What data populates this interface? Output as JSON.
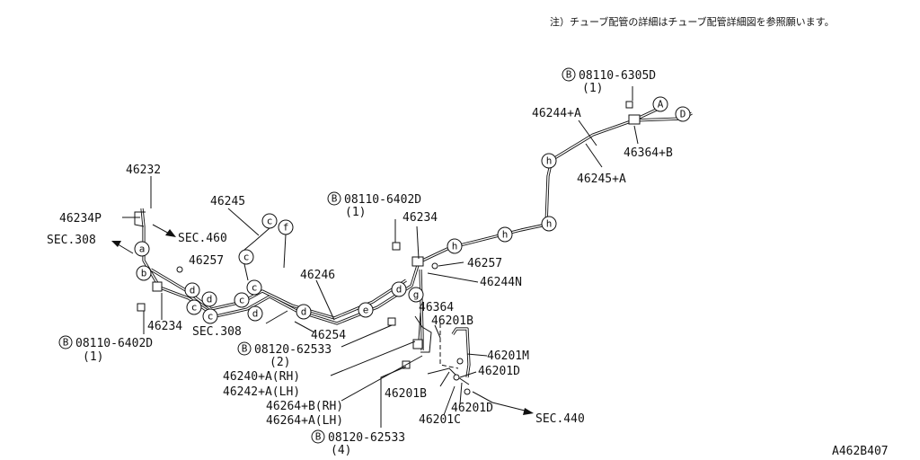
{
  "note": "注）チューブ配管の詳細はチューブ配管詳細図を参照願います。",
  "diagram_id": "A462B407",
  "labels": {
    "p46232": "46232",
    "p46234p": "46234P",
    "sec308a": "SEC.308",
    "sec460": "SEC.460",
    "p46257a": "46257",
    "p46234a": "46234",
    "b1code": "08110-6402D",
    "b1qty": "(1)",
    "p46245": "46245",
    "p46246": "46246",
    "p46254": "46254",
    "sec308b": "SEC.308",
    "b2code": "08120-62533",
    "b2qty": "(2)",
    "p46240": "46240+A(RH)",
    "p46242": "46242+A(LH)",
    "p46264b": "46264+B(RH)",
    "p46264a": "46264+A(LH)",
    "b3code": "08120-62533",
    "b3qty": "(4)",
    "b4code": "08110-6402D",
    "b4qty": "(1)",
    "p46234b": "46234",
    "p46257b": "46257",
    "p46244n": "46244N",
    "p46364": "46364",
    "p46201b_top": "46201B",
    "p46201m": "46201M",
    "p46201d_a": "46201D",
    "p46201b_bot": "46201B",
    "p46201d_b": "46201D",
    "p46201c": "46201C",
    "sec440": "SEC.440",
    "b5code": "08110-6305D",
    "b5qty": "(1)",
    "p46244a": "46244+A",
    "p46364b": "46364+B",
    "p46245a": "46245+A"
  },
  "bolt_marker": "B",
  "clips": {
    "a1": "a",
    "b1": "b",
    "c1": "c",
    "c2": "c",
    "c3": "c",
    "c4": "c",
    "c5": "c",
    "f1": "f",
    "d1": "d",
    "d2": "d",
    "d3": "d",
    "d4": "d",
    "d5": "d",
    "e1": "e",
    "g1": "g",
    "h1": "h",
    "h2": "h",
    "h3": "h",
    "h4": "h",
    "connA": "A",
    "connD": "D"
  }
}
